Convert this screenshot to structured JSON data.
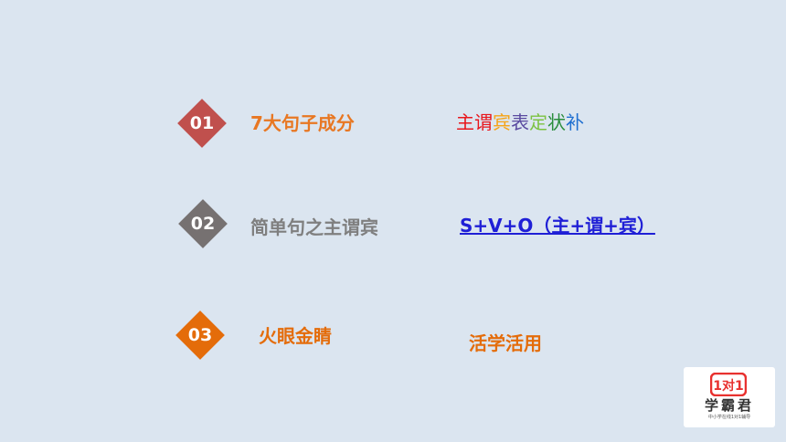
{
  "items": [
    {
      "number": "01",
      "title": "7大句子成分",
      "detail_parts": [
        {
          "text": "主",
          "color": "#e8161c"
        },
        {
          "text": "谓",
          "color": "#e8161c"
        },
        {
          "text": "宾",
          "color": "#f5a418"
        },
        {
          "text": "表",
          "color": "#5a4aa0"
        },
        {
          "text": "定",
          "color": "#7cc242"
        },
        {
          "text": "状",
          "color": "#2a8d3c"
        },
        {
          "text": "补",
          "color": "#1f6fd0"
        }
      ],
      "badge_color": "#c0504d",
      "title_color": "#e87722"
    },
    {
      "number": "02",
      "title": "简单句之主谓宾",
      "detail": "S+V+O（主+谓+宾）",
      "badge_color": "#767171",
      "title_color": "#7f7f7f",
      "detail_color": "#1f1fd6"
    },
    {
      "number": "03",
      "title": "火眼金睛",
      "detail": "活学活用",
      "badge_color": "#e46c0a",
      "title_color": "#e46c0a",
      "detail_color": "#e46c0a"
    }
  ],
  "logo": {
    "mark": "1对1",
    "name": "学霸君",
    "tagline": "中小学在线1对1辅导",
    "mark_color": "#e8312f"
  }
}
